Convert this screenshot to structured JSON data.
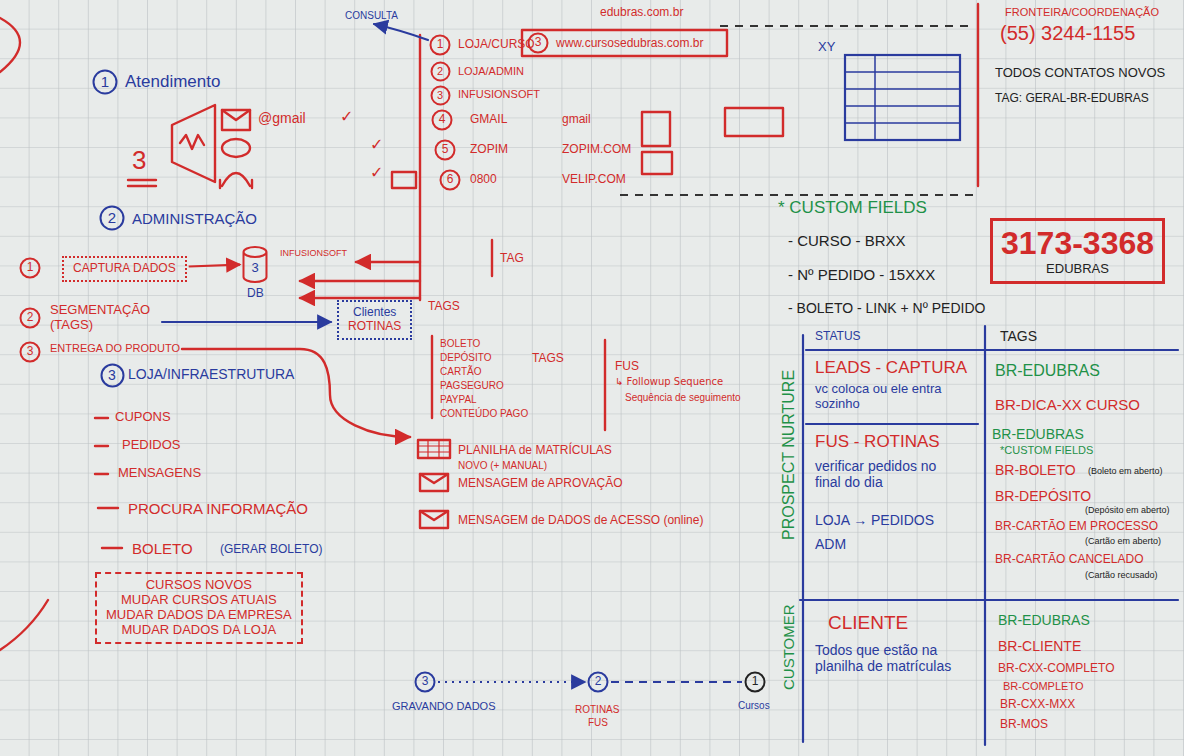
{
  "diagram": {
    "nodes": [
      {
        "text": [
          "1"
        ]
      },
      {
        "text": [
          "1"
        ]
      },
      {
        "text": [
          "3"
        ]
      },
      {
        "text": [
          "2"
        ]
      },
      {
        "text": [
          "3"
        ]
      },
      {
        "text": [
          "4"
        ]
      },
      {
        "text": [
          "5"
        ]
      },
      {
        "text": [
          "6"
        ]
      },
      {
        "text": [
          "2"
        ]
      },
      {
        "text": [
          "3173-3368",
          "EDUBRAS"
        ]
      },
      {
        "text": [
          "1"
        ]
      },
      {
        "text": [
          "CAPTURA DADOS"
        ]
      },
      {
        "text": [
          "3"
        ]
      },
      {
        "text": [
          "2"
        ]
      },
      {
        "text": [
          "Clientes",
          "ROTINAS"
        ]
      },
      {
        "text": [
          "3"
        ]
      },
      {
        "text": [
          "3"
        ]
      },
      {
        "text": [
          "CURSOS NOVOS",
          "MUDAR CURSOS ATUAIS",
          "MUDAR DADOS DA EMPRESA",
          "MUDAR DADOS DA LOJA"
        ]
      },
      {
        "text": [
          "3"
        ]
      },
      {
        "text": [
          "2"
        ]
      },
      {
        "text": [
          "1"
        ]
      }
    ],
    "edges": [
      {
        "from": 11,
        "to": 12,
        "arrow": "to"
      },
      {
        "from": 18,
        "to": 19,
        "arrow": "to"
      },
      {
        "from": 19,
        "to": 20,
        "arrow": "none"
      }
    ],
    "labels": [
      "Atendimento",
      "3",
      "@gmail",
      "✓",
      "✓",
      "✓",
      "CONSULTA",
      "edubras.com.br",
      "LOJA/CURSO",
      "www.cursosedubras.com.br",
      "LOJA/ADMIN",
      "INFUSIONSOFT",
      "GMAIL",
      "gmail",
      "ZOPIM",
      "ZOPIM.COM",
      "0800",
      "VELIP.COM",
      "XY",
      "FRONTEIRA/COORDENAÇÃO",
      "(55) 3244-1155",
      "TODOS CONTATOS NOVOS",
      "TAG: GERAL-BR-EDUBRAS",
      "ADMINISTRAÇÃO",
      "INFUSIONSOFT",
      "DB",
      "TAG",
      "SEGMENTAÇÃO (TAGS)",
      "ENTREGA DO PRODUTO",
      "LOJA/INFRAESTRUTURA",
      "CUPONS",
      "PEDIDOS",
      "MENSAGENS",
      "PROCURA INFORMAÇÃO",
      "BOLETO",
      "(GERAR BOLETO)",
      "TAGS",
      "BOLETO",
      "DEPÓSITO",
      "CARTÃO",
      "PAGSEGURO",
      "PAYPAL",
      "CONTEÚDO PAGO",
      "TAGS",
      "FUS",
      "↳ Followup Sequence",
      "Sequência de seguimento",
      "PLANILHA de MATRÍCULAS",
      "NOVO (+ MANUAL)",
      "MENSAGEM de APROVAÇÃO",
      "MENSAGEM de DADOS de ACESSO (online)",
      "* CUSTOM FIELDS",
      "- CURSO - BRXX",
      "- Nº PEDIDO - 15XXX",
      "- BOLETO - LINK + Nº PEDIDO",
      "STATUS",
      "TAGS",
      "PROSPECT NURTURE",
      "LEADS - CAPTURA",
      "vc coloca ou ele entra sozinho",
      "BR-EDUBRAS",
      "BR-DICA-XX CURSO",
      "FUS - ROTINAS",
      "verificar pedidos no final do dia",
      "LOJA → PEDIDOS",
      "ADM",
      "BR-EDUBRAS",
      "*CUSTOM FIELDS",
      "BR-BOLETO",
      "(Boleto em aberto)",
      "BR-DEPÓSITO",
      "(Depósito em aberto)",
      "BR-CARTÃO EM PROCESSO",
      "(Cartão em aberto)",
      "BR-CARTÃO CANCELADO",
      "(Cartão recusado)",
      "CUSTOMER",
      "CLIENTE",
      "Todos que estão na planilha de matrículas",
      "BR-EDUBRAS",
      "BR-CLIENTE",
      "BR-CXX-COMPLETO",
      "BR-COMPLETO",
      "BR-CXX-MXX",
      "BR-MOS",
      "GRAVANDO DADOS",
      "ROTINAS",
      "FUS",
      "Cursos"
    ]
  }
}
